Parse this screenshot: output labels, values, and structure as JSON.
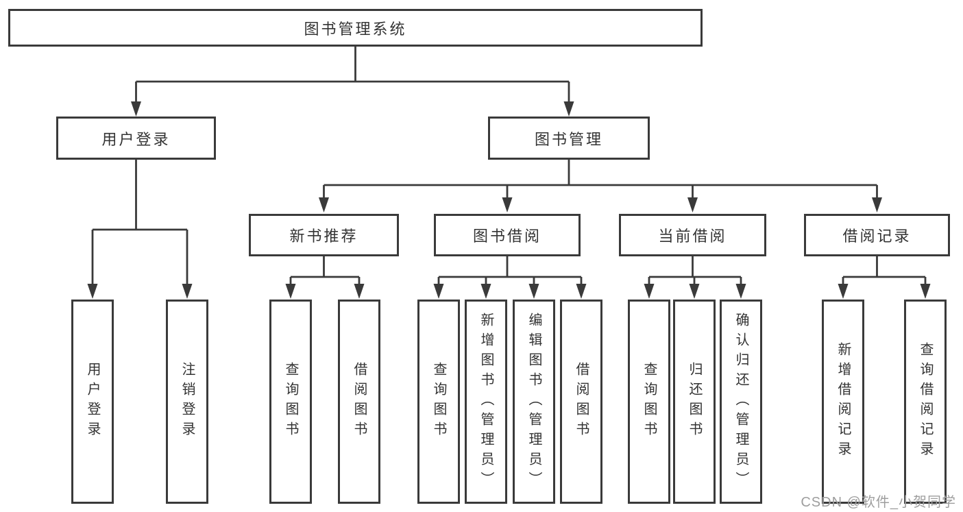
{
  "diagram": {
    "type": "hierarchy",
    "tree": {
      "label": "图书管理系统",
      "children": [
        {
          "label": "用户登录",
          "children": [
            {
              "label": "用户登录"
            },
            {
              "label": "注销登录"
            }
          ]
        },
        {
          "label": "图书管理",
          "children": [
            {
              "label": "新书推荐",
              "children": [
                {
                  "label": "查询图书"
                },
                {
                  "label": "借阅图书"
                }
              ]
            },
            {
              "label": "图书借阅",
              "children": [
                {
                  "label": "查询图书"
                },
                {
                  "label": "新增图书（管理员）"
                },
                {
                  "label": "编辑图书（管理员）"
                },
                {
                  "label": "借阅图书"
                }
              ]
            },
            {
              "label": "当前借阅",
              "children": [
                {
                  "label": "查询图书"
                },
                {
                  "label": "归还图书"
                },
                {
                  "label": "确认归还（管理员）"
                }
              ]
            },
            {
              "label": "借阅记录",
              "children": [
                {
                  "label": "新增借阅记录"
                },
                {
                  "label": "查询借阅记录"
                }
              ]
            }
          ]
        }
      ]
    },
    "colors": {
      "line": "#3a3a3a",
      "text": "#333333",
      "box_background": "#ffffff",
      "page_background": "#ffffff",
      "watermark": "#9e9e9e"
    }
  },
  "watermark": {
    "text": "CSDN @软件_小贺同学"
  }
}
